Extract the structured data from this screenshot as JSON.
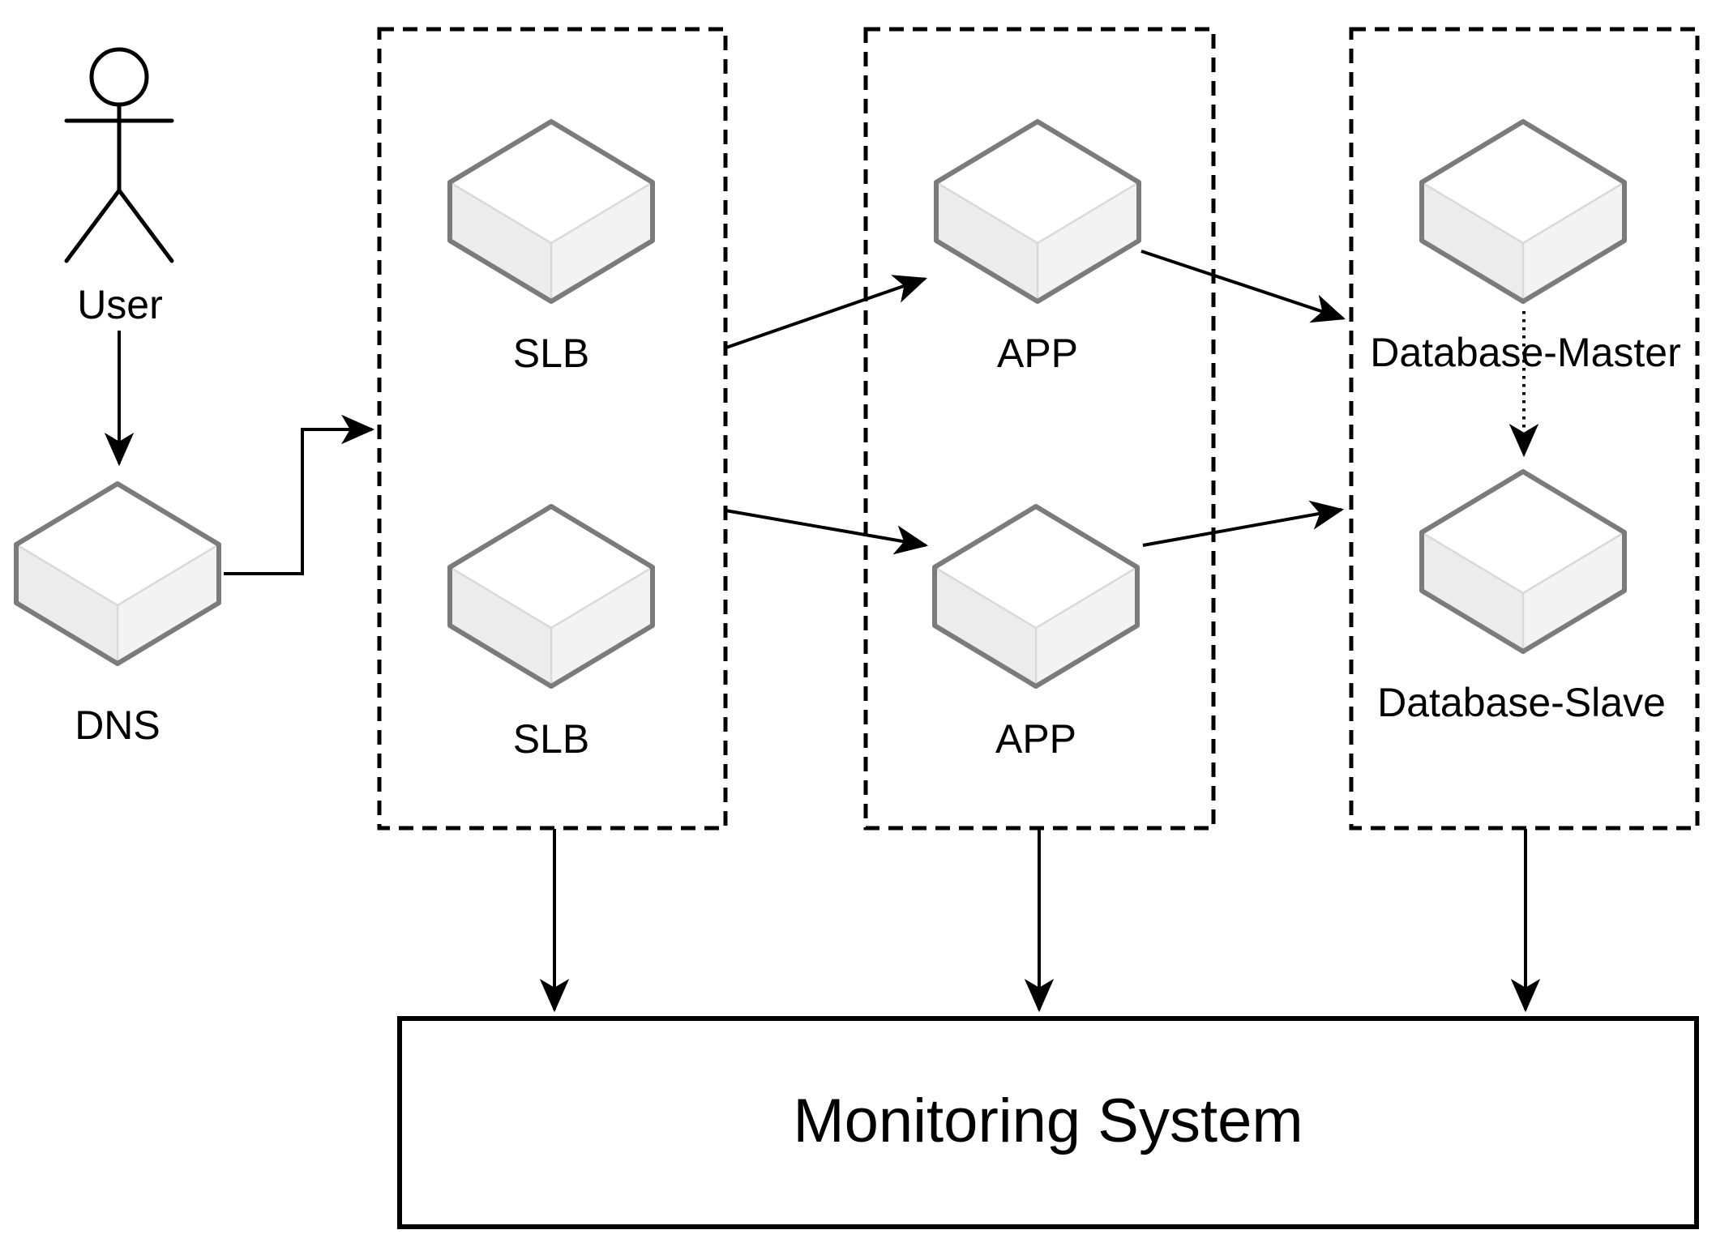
{
  "diagram": {
    "nodes": {
      "user": {
        "label": "User"
      },
      "dns": {
        "label": "DNS"
      },
      "slb_1": {
        "label": "SLB"
      },
      "slb_2": {
        "label": "SLB"
      },
      "app_1": {
        "label": "APP"
      },
      "app_2": {
        "label": "APP"
      },
      "database_master": {
        "label": "Database-Master"
      },
      "database_slave": {
        "label": "Database-Slave"
      },
      "monitoring": {
        "label": "Monitoring System"
      }
    },
    "groups": {
      "slb_group": {
        "contains": [
          "slb_1",
          "slb_2"
        ]
      },
      "app_group": {
        "contains": [
          "app_1",
          "app_2"
        ]
      },
      "database_group": {
        "contains": [
          "database_master",
          "database_slave"
        ]
      }
    },
    "edges": [
      {
        "from": "user",
        "to": "dns",
        "style": "solid-arrow"
      },
      {
        "from": "dns",
        "to": "slb_group",
        "style": "elbow-arrow"
      },
      {
        "from": "slb_group",
        "to": "app_1",
        "style": "solid-arrow"
      },
      {
        "from": "slb_group",
        "to": "app_2",
        "style": "solid-arrow"
      },
      {
        "from": "app_1",
        "to": "database_master",
        "style": "solid-arrow"
      },
      {
        "from": "app_2",
        "to": "database_slave",
        "style": "solid-arrow"
      },
      {
        "from": "database_master",
        "to": "database_slave",
        "style": "dotted-arrow"
      },
      {
        "from": "slb_group",
        "to": "monitoring",
        "style": "solid-arrow"
      },
      {
        "from": "app_group",
        "to": "monitoring",
        "style": "solid-arrow"
      },
      {
        "from": "database_group",
        "to": "monitoring",
        "style": "solid-arrow"
      }
    ],
    "icons": {
      "node_shape": "isometric-cube-icon",
      "actor_shape": "stick-figure-icon"
    },
    "colors": {
      "background": "#ffffff",
      "line": "#000000",
      "text": "#000000",
      "cube_stroke": "#7b7b7b",
      "cube_top": "#ffffff",
      "cube_left": "#ececec",
      "cube_right": "#f3f3f3"
    }
  }
}
